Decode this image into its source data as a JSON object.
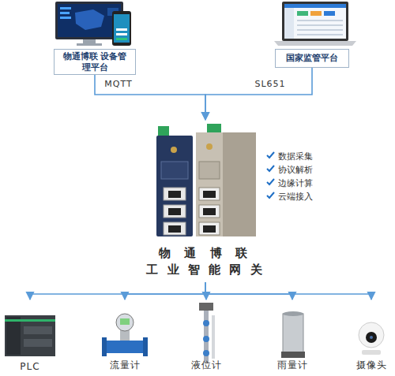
{
  "diagram": {
    "nodes": [
      {
        "text": [
          "物通博联 设备管理平台"
        ]
      },
      {
        "text": [
          "国家监管平台"
        ]
      },
      {
        "text": [
          "物 通 博 联",
          "工 业 智 能 网 关"
        ]
      },
      {
        "text": [
          "PLC"
        ]
      },
      {
        "text": [
          "流量计"
        ]
      },
      {
        "text": [
          "液位计"
        ]
      },
      {
        "text": [
          "雨量计"
        ]
      },
      {
        "text": [
          "摄像头"
        ]
      }
    ],
    "edges": [
      {
        "from": 0,
        "to": 2,
        "arrow": "to",
        "label": "MQTT"
      },
      {
        "from": 1,
        "to": 2,
        "arrow": "to",
        "label": "SL651"
      },
      {
        "from": 2,
        "to": 3,
        "arrow": "to"
      },
      {
        "from": 2,
        "to": 4,
        "arrow": "to"
      },
      {
        "from": 2,
        "to": 5,
        "arrow": "to"
      },
      {
        "from": 2,
        "to": 6,
        "arrow": "to"
      },
      {
        "from": 2,
        "to": 7,
        "arrow": "to"
      }
    ],
    "labels": [
      "数据采集",
      "协议解析",
      "边缘计算",
      "云端接入"
    ]
  }
}
